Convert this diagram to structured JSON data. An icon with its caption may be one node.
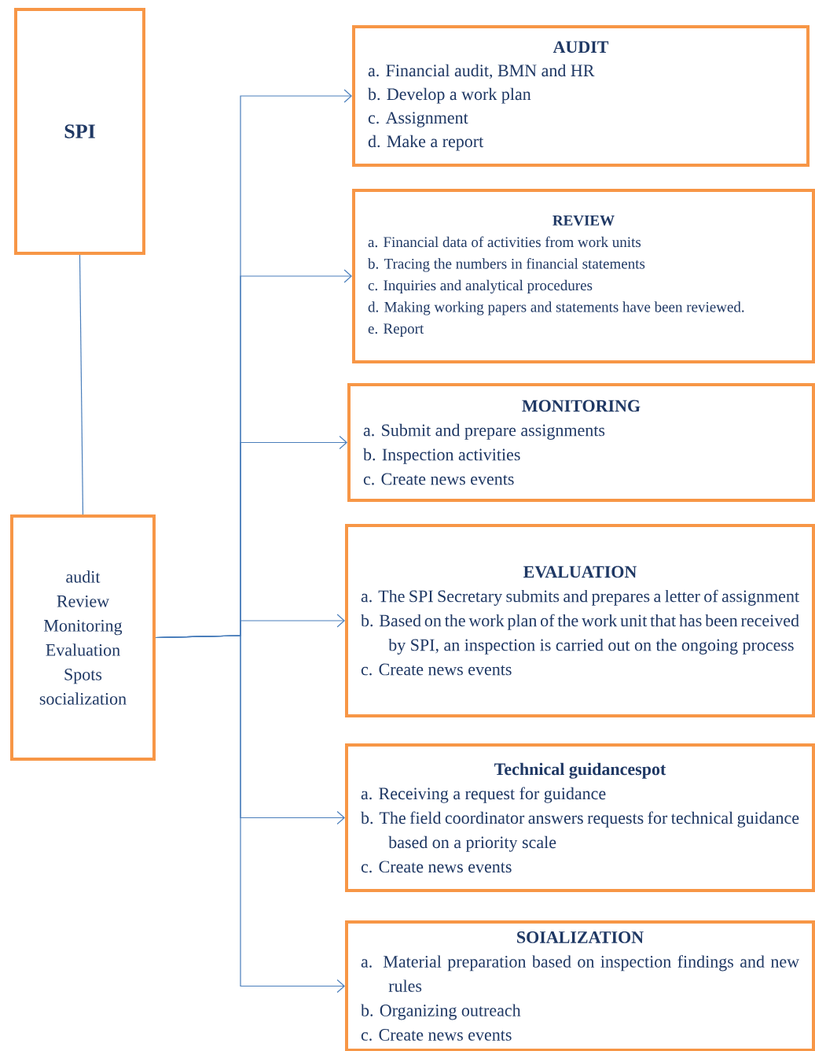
{
  "diagram": {
    "nodes": [
      {
        "text": [
          "SPI"
        ]
      },
      {
        "text": [
          "audit",
          "Review",
          "Monitoring",
          "Evaluation",
          "Spots",
          "socialization"
        ]
      },
      {
        "text": [
          "AUDIT",
          "a. Financial audit, BMN and HR",
          "b. Develop a work plan",
          "c. Assignment",
          "d. Make a report"
        ]
      },
      {
        "text": [
          "REVIEW",
          "a. Financial data of activities from work units",
          "b. Tracing the numbers in financial statements",
          "c. Inquiries and analytical procedures",
          "d. Making working papers and statements have been reviewed.",
          "e. Report"
        ]
      },
      {
        "text": [
          "MONITORING",
          "a. Submit and prepare assignments",
          "b. Inspection activities",
          "c. Create news events"
        ]
      },
      {
        "text": [
          "EVALUATION",
          "a. The SPI Secretary submits and prepares a letter of assignment",
          "b. Based on the work plan of the work unit that has been received by SPI, an inspection is carried out on the ongoing process",
          "c. Create news events"
        ]
      },
      {
        "text": [
          "Technical guidancespot",
          "a. Receiving a request for guidance",
          "b. The field coordinator answers requests for technical guidance based on a priority scale",
          "c. Create news events"
        ]
      },
      {
        "text": [
          "SOIALIZATION",
          "a. Material preparation based on inspection findings and new rules",
          "b. Organizing outreach",
          "c. Create news events"
        ]
      }
    ],
    "edges": [
      {
        "from": 0,
        "to": 1,
        "arrow": "none"
      },
      {
        "from": 1,
        "to": 2,
        "arrow": "to"
      },
      {
        "from": 1,
        "to": 3,
        "arrow": "to"
      },
      {
        "from": 1,
        "to": 4,
        "arrow": "to"
      },
      {
        "from": 1,
        "to": 5,
        "arrow": "to"
      },
      {
        "from": 1,
        "to": 6,
        "arrow": "to"
      },
      {
        "from": 1,
        "to": 7,
        "arrow": "to"
      }
    ]
  }
}
